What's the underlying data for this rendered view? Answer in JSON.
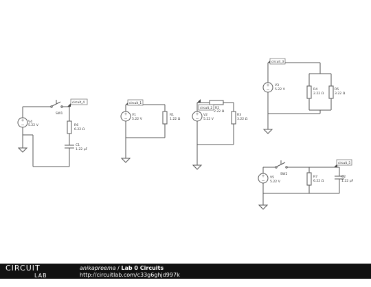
{
  "circuits": [
    {
      "tag": "circuit_4",
      "source": {
        "name": "V4",
        "value": "5.22 V"
      },
      "switch": "SW1",
      "resistor": {
        "name": "R6",
        "value": "6.22 Ω"
      },
      "capacitor": {
        "name": "C1",
        "value": "1.22 µF"
      }
    },
    {
      "tag": "circuit_1",
      "source": {
        "name": "V1",
        "value": "5.22 V"
      },
      "resistor": {
        "name": "R1",
        "value": "1.22 Ω"
      }
    },
    {
      "tag": "circuit_2",
      "source": {
        "name": "V2",
        "value": "5.22 V"
      },
      "resistor_a": {
        "name": "R2",
        "value": "2.22 Ω"
      },
      "resistor_b": {
        "name": "R3",
        "value": "3.22 Ω"
      }
    },
    {
      "tag": "circuit_3",
      "source": {
        "name": "V3",
        "value": "5.22 V"
      },
      "resistor_a": {
        "name": "R4",
        "value": "2.22 Ω"
      },
      "resistor_b": {
        "name": "R5",
        "value": "3.22 Ω"
      }
    },
    {
      "tag": "circuit_5",
      "source": {
        "name": "V5",
        "value": "5.22 V"
      },
      "switch": "SW2",
      "resistor": {
        "name": "R7",
        "value": "6.22 Ω"
      },
      "capacitor": {
        "name": "C2",
        "value": "1.22 µF"
      }
    }
  ],
  "footer": {
    "logo_top": "CIRCUIT",
    "logo_bottom": "LAB",
    "author": "anikapreema",
    "separator": " / ",
    "title": "Lab 0 Circuits",
    "url": "http://circuitlab.com/c33g6ghjd997k"
  }
}
